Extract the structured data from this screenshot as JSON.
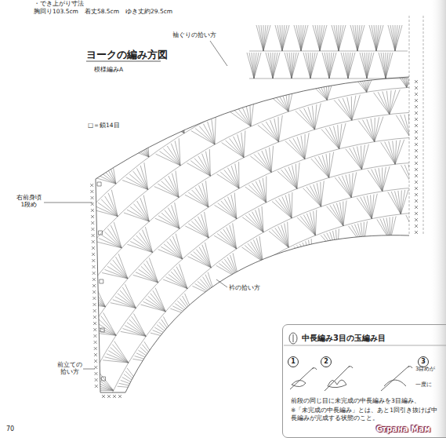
{
  "diagram": {
    "title": "ヨークの編み方図",
    "nodes": [
      {
        "text": [
          "中長編み3目の玉編み目",
          "前段の同じ目に未完成の中長編みを3目編み、",
          "※「未完成の中長編み」とは、あと1回引き抜けば中長編みが完成する状態のこと。"
        ]
      },
      {
        "text": [
          "1"
        ],
        "in": 0
      },
      {
        "text": [
          "2"
        ],
        "in": 0
      },
      {
        "text": [
          "3"
        ],
        "in": 0
      }
    ],
    "labels": [
      "・でき上がり寸法",
      "胸回り103.5cm　着丈58.5cm　ゆき丈約29.5cm",
      "模様編みA",
      "袖ぐりの拾い方",
      "□＝鎖14目",
      "右前身頃 1段め",
      "衿の拾い方",
      "前立ての 拾い方",
      "3目めが",
      "一度に",
      "70",
      "Страна Мам"
    ]
  }
}
